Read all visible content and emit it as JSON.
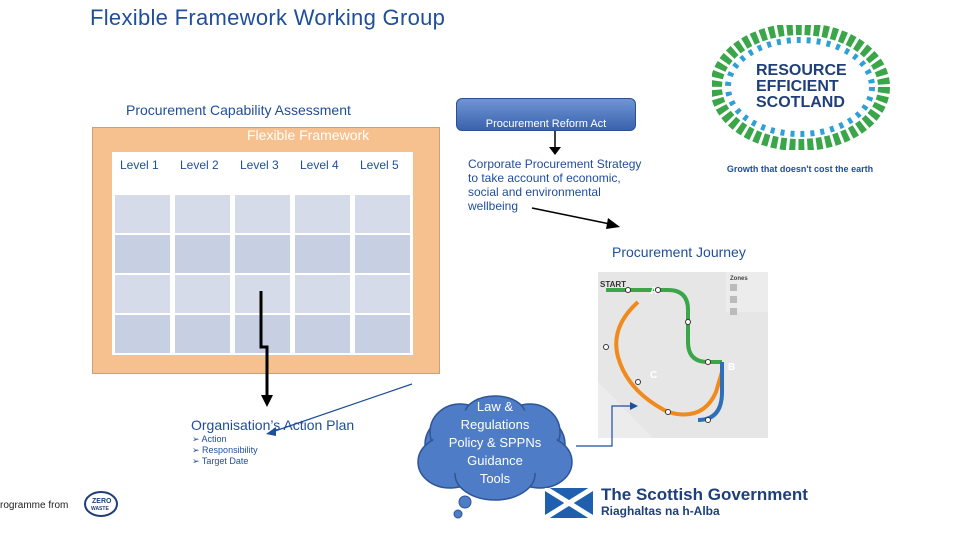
{
  "title": "Flexible Framework Working Group",
  "assessment": {
    "title": "Procurement Capability Assessment",
    "framework_label": "Flexible Framework",
    "levels": [
      "Level 1",
      "Level 2",
      "Level 3",
      "Level 4",
      "Level 5"
    ]
  },
  "reform_act": {
    "label": "Procurement Reform Act",
    "strategy_text": "Corporate Procurement Strategy to take account of economic, social and environmental wellbeing"
  },
  "journey": {
    "title": "Procurement Journey",
    "map_start": "START",
    "zones": [
      "A",
      "B",
      "C"
    ],
    "zones_heading": "Zones"
  },
  "action_plan": {
    "title": "Organisation’s Action Plan",
    "items": [
      "Action",
      "Responsibility",
      "Target Date"
    ]
  },
  "cloud": {
    "lines": [
      "Law &",
      "Regulations",
      "Policy & SPPNs",
      "Guidance",
      "Tools"
    ]
  },
  "logos": {
    "resource_efficient": [
      "RESOURCE",
      "EFFICIENT",
      "SCOTLAND"
    ],
    "tagline": "Growth that doesn't cost the earth",
    "zero_waste_prefix": "rogramme from",
    "zero_waste": [
      "ZERO",
      "WASTE"
    ],
    "gov_name": "The Scottish Government",
    "gov_gaelic": "Riaghaltas na h-Alba"
  },
  "colors": {
    "brand_blue": "#1f4e9a",
    "framework_orange": "#f6c08f",
    "cloud_blue": "#4f7cc6",
    "logo_green": "#3aa649"
  }
}
